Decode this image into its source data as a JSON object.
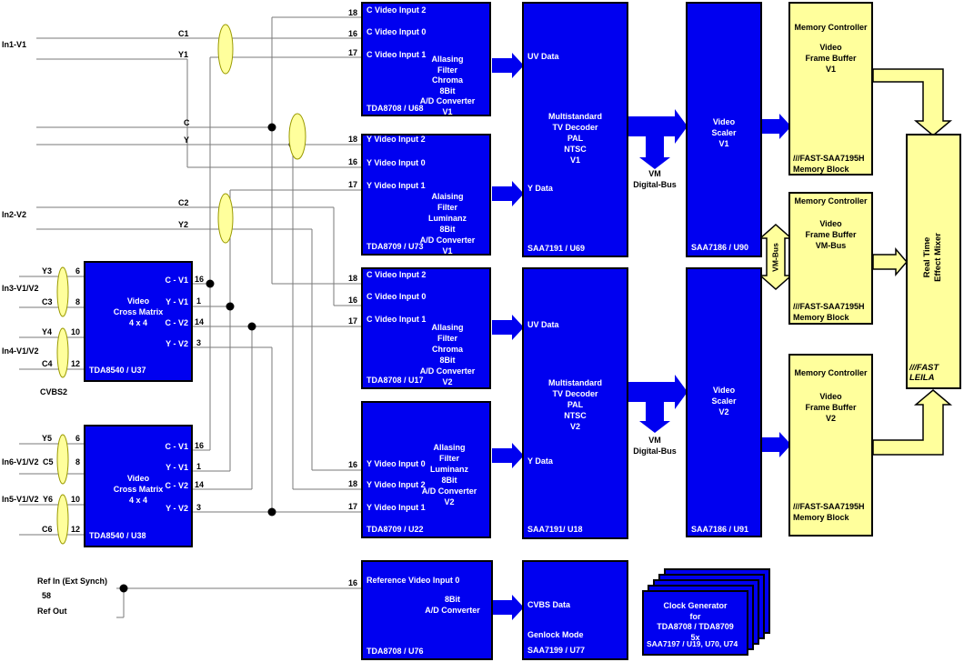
{
  "colors": {
    "block_blue": "#0000F0",
    "pale_yellow": "#FFFF9C",
    "wire_gray": "#7A7A7A",
    "text_on_blue": "#FFFFFF",
    "text_black": "#000000"
  },
  "inputs": {
    "c1": "C1",
    "y1": "Y1",
    "in1": "In1-V1",
    "c": "C",
    "y": "Y",
    "c2": "C2",
    "y2": "Y2",
    "in2": "In2-V2",
    "y3": "Y3",
    "c3": "C3",
    "in3": "In3-V1/V2",
    "y4": "Y4",
    "c4": "C4",
    "in4": "In4-V1/V2",
    "cvbs2": "CVBS2",
    "y5": "Y5",
    "c5": "C5",
    "in6": "In6-V1/V2",
    "y6": "Y6",
    "in5": "In5-V1/V2",
    "c6": "C6",
    "ref_in": "Ref In (Ext Synch)",
    "ref_in_pin": "58",
    "ref_out": "Ref Out"
  },
  "pins": {
    "b1": [
      "18",
      "16",
      "17"
    ],
    "b2": [
      "18",
      "16",
      "17"
    ],
    "b3": [
      "18",
      "16",
      "17"
    ],
    "b4": [
      "16",
      "18",
      "17"
    ],
    "b5": [
      "16"
    ],
    "m1_in": [
      "6",
      "8",
      "10",
      "12"
    ],
    "m2_in": [
      "6",
      "8",
      "10",
      "12"
    ],
    "m1_out": [
      "16",
      "1",
      "14",
      "3"
    ],
    "m2_out": [
      "16",
      "1",
      "14",
      "3"
    ]
  },
  "matrix": {
    "m1": {
      "center": [
        "Video",
        "Cross Matrix",
        "4 x 4"
      ],
      "outputs": [
        "C - V1",
        "Y - V1",
        "C - V2",
        "Y - V2"
      ],
      "part": "TDA8540 / U37"
    },
    "m2": {
      "center": [
        "Video",
        "Cross Matrix",
        "4 x 4"
      ],
      "outputs": [
        "C - V1",
        "Y - V1",
        "C - V2",
        "Y - V2"
      ],
      "part": "TDA8540 / U38"
    }
  },
  "blocks": {
    "filter_chroma_v1": {
      "inputs": [
        "C Video Input 2",
        "C Video Input 0",
        "C Video Input 1"
      ],
      "center": [
        "Allasing",
        "Filter",
        "Chroma",
        "8Bit",
        "A/D Converter",
        "V1"
      ],
      "part": "TDA8708 / U68"
    },
    "filter_luma_v1": {
      "inputs": [
        "Y Video Input 2",
        "Y Video Input 0",
        "Y Video Input 1"
      ],
      "center": [
        "Alaising",
        "Filter",
        "Luminanz",
        "8Bit",
        "A/D Converter",
        "V1"
      ],
      "part": "TDA8709 / U73"
    },
    "filter_chroma_v2": {
      "inputs": [
        "C Video Input 2",
        "C Video Input 0",
        "C Video Input 1"
      ],
      "center": [
        "Allasing",
        "Filter",
        "Chroma",
        "8Bit",
        "A/D Converter",
        "V2"
      ],
      "part": "TDA8708 / U17"
    },
    "filter_luma_v2": {
      "inputs": [
        "Y Video Input 0",
        "Y Video Input 2",
        "Y Video Input 1"
      ],
      "center": [
        "Allasing",
        "Filter",
        "Luminanz",
        "8Bit",
        "A/D Converter",
        "V2"
      ],
      "part": "TDA8709 / U22"
    },
    "decoder_v1": {
      "outputs": [
        "UV Data",
        "Y Data"
      ],
      "center": [
        "Multistandard",
        "TV Decoder",
        "PAL",
        "NTSC",
        "V1"
      ],
      "part": "SAA7191 / U69"
    },
    "decoder_v2": {
      "outputs": [
        "UV Data",
        "Y Data"
      ],
      "center": [
        "Multistandard",
        "TV Decoder",
        "PAL",
        "NTSC",
        "V2"
      ],
      "part": "SAA7191/ U18"
    },
    "scaler_v1": {
      "center": [
        "Video",
        "Scaler",
        "V1"
      ],
      "part": "SAA7186 / U90"
    },
    "scaler_v2": {
      "center": [
        "Video",
        "Scaler",
        "V2"
      ],
      "part": "SAA7186 / U91"
    },
    "ref_adc": {
      "input": "Reference Video Input 0",
      "center": [
        "8Bit",
        "A/D Converter"
      ],
      "part": "TDA8708 / U76"
    },
    "encoder": {
      "lines": [
        "CVBS Data",
        "Genlock Mode"
      ],
      "part": "SAA7199 / U77"
    },
    "clock_gen": {
      "center": [
        "Clock Generator",
        "for",
        "TDA8708 / TDA8709",
        "5x"
      ],
      "part": "SAA7197 / U19, U70, U74"
    },
    "mem_v1": {
      "title": "Memory Controller",
      "center": [
        "Video",
        "Frame Buffer",
        "V1"
      ],
      "footer": [
        "///FAST-SAA7195H",
        "Memory Block"
      ]
    },
    "mem_vm": {
      "title": "Memory Controller",
      "center": [
        "Video",
        "Frame Buffer",
        "VM-Bus"
      ],
      "footer": [
        "///FAST-SAA7195H",
        "Memory Block"
      ]
    },
    "mem_v2": {
      "title": "Memory Controller",
      "center": [
        "Video",
        "Frame Buffer",
        "V2"
      ],
      "footer": [
        "///FAST-SAA7195H",
        "Memory Block"
      ]
    },
    "mixer": {
      "center": [
        "Real Time",
        "Effect Mixer"
      ],
      "footer": [
        "///FAST",
        "LEILA"
      ]
    }
  },
  "buses": {
    "vm_digital_v1": [
      "VM",
      "Digital-Bus"
    ],
    "vm_digital_v2": [
      "VM",
      "Digital-Bus"
    ],
    "vm_bus": "VM-Bus"
  }
}
